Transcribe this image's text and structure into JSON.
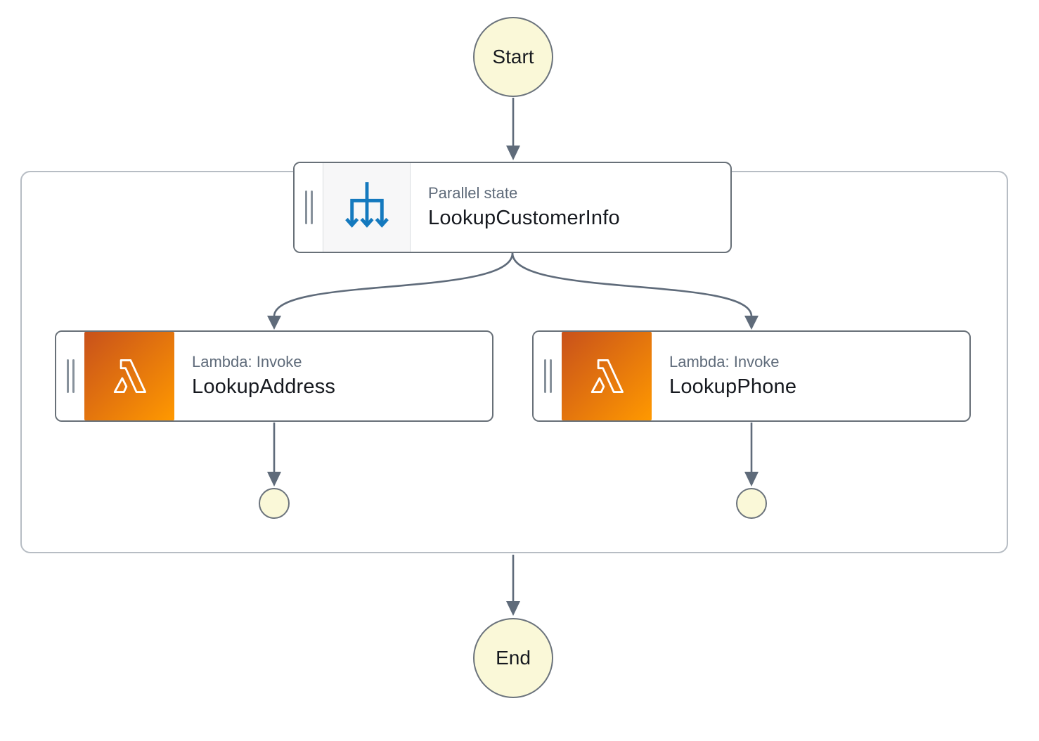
{
  "workflow": {
    "start": {
      "label": "Start"
    },
    "end": {
      "label": "End"
    },
    "parallel_group": {
      "state": {
        "type_label": "Parallel state",
        "name": "LookupCustomerInfo",
        "icon": "parallel-fork-icon"
      },
      "branches": [
        {
          "type_label": "Lambda: Invoke",
          "name": "LookupAddress",
          "icon": "lambda-icon"
        },
        {
          "type_label": "Lambda: Invoke",
          "name": "LookupPhone",
          "icon": "lambda-icon"
        }
      ]
    }
  },
  "colors": {
    "edge": "#5f6b7a",
    "node-border": "#687078",
    "group-border": "#b7bdc4",
    "terminal-fill": "#faf8d8",
    "terminal-border": "#6b737c",
    "type-label": "#5f6b7a",
    "name-text": "#16191f",
    "flow-icon-blue": "#1479be",
    "lambda-grad-start": "#c8511b",
    "lambda-grad-end": "#ff9900",
    "icon-bg": "#f7f7f8",
    "handle-bar": "#87919b"
  }
}
